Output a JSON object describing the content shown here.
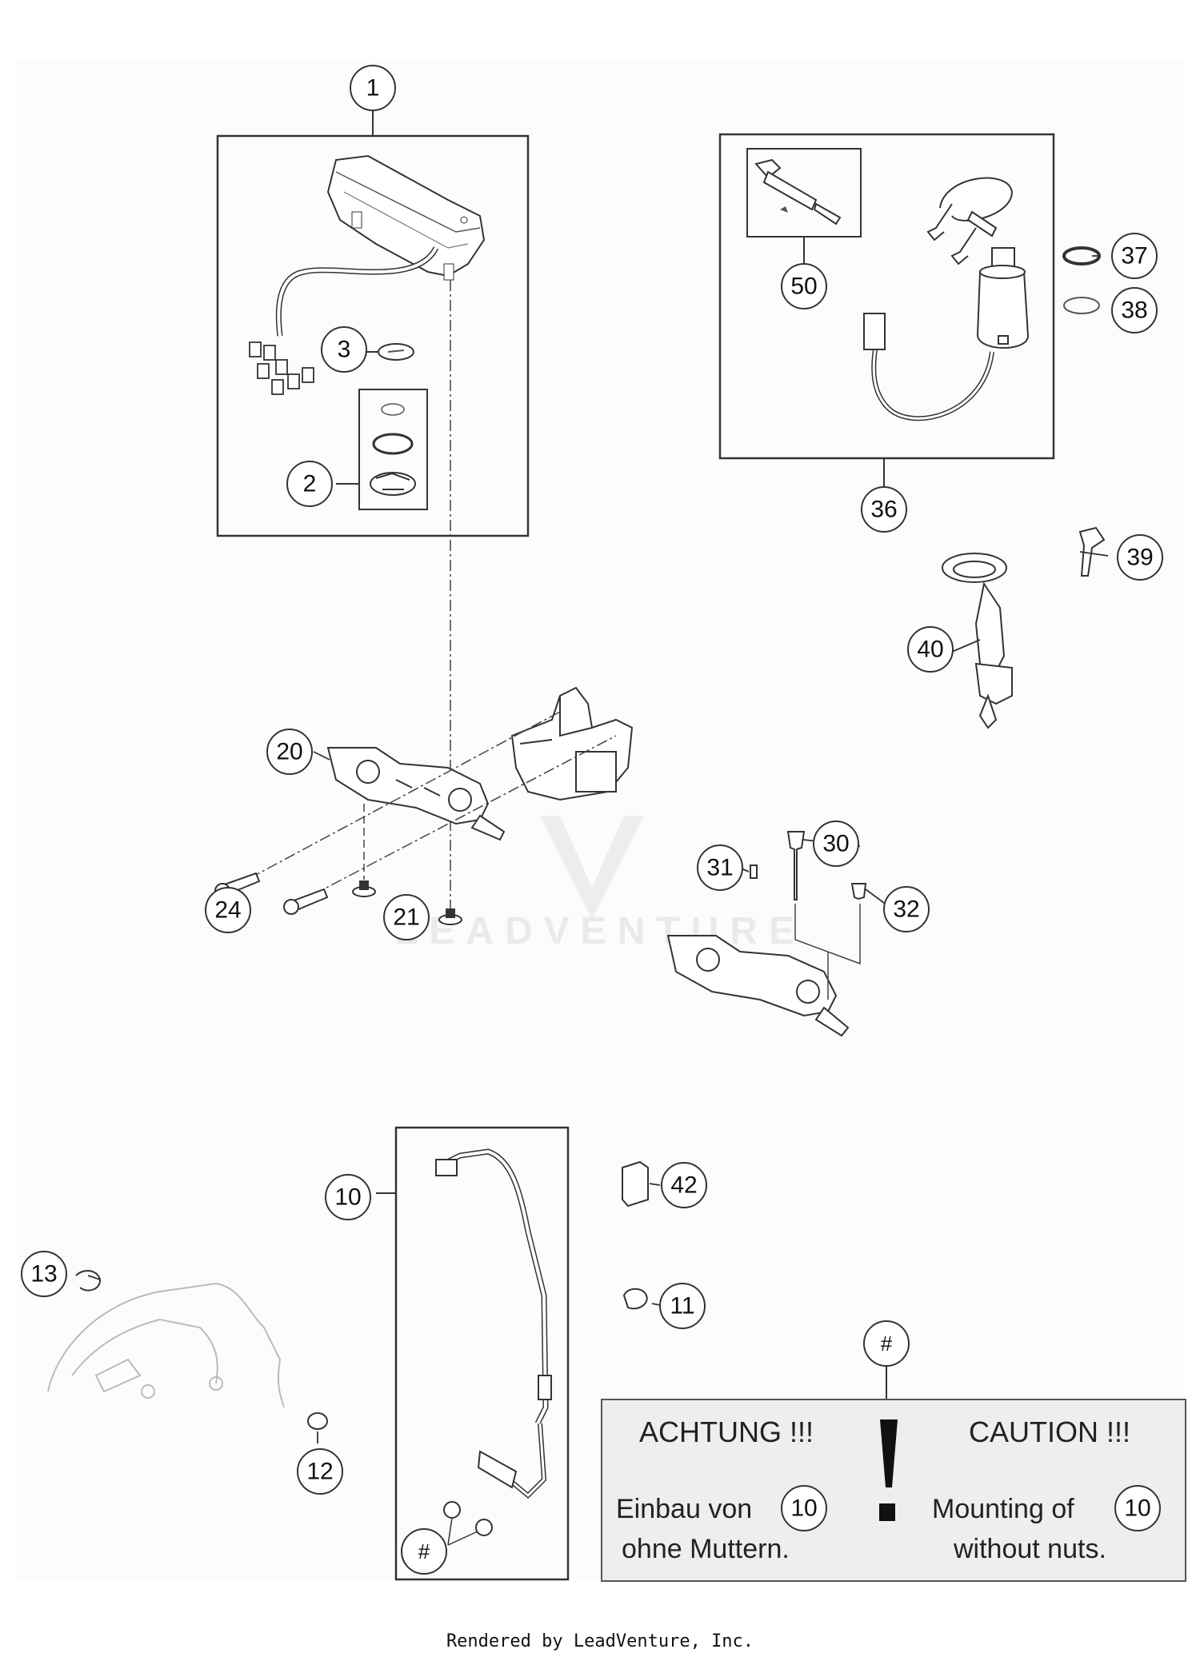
{
  "callouts": {
    "c1": "1",
    "c2": "2",
    "c3": "3",
    "c10": "10",
    "c11": "11",
    "c12": "12",
    "c13": "13",
    "c20": "20",
    "c21": "21",
    "c24": "24",
    "c30": "30",
    "c31": "31",
    "c32": "32",
    "c36": "36",
    "c37": "37",
    "c38": "38",
    "c39": "39",
    "c40": "40",
    "c42": "42",
    "c50": "50",
    "hash_top": "#",
    "hash_bottom": "#"
  },
  "caution": {
    "german_title": "ACHTUNG !!!",
    "german_line1": "Einbau von",
    "german_ref": "10",
    "german_line2": "ohne Muttern.",
    "english_title": "CAUTION !!!",
    "english_line1": "Mounting of",
    "english_ref": "10",
    "english_line2": "without nuts."
  },
  "watermark": "LEADVENTURE",
  "footer": "Rendered by LeadVenture, Inc."
}
